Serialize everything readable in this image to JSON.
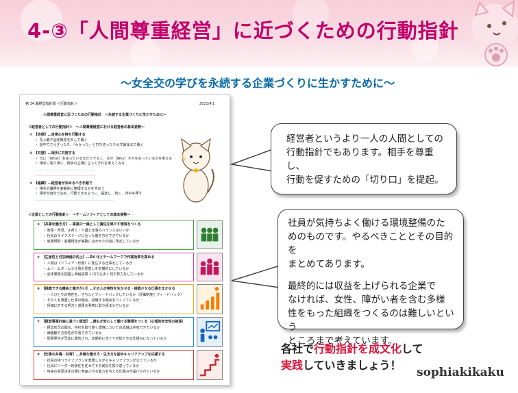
{
  "slide": {
    "title": "4-③「人間尊重経営」に近づくための行動指針",
    "subtitle": "～女全交の学びを永続する企業づくりに生かすために～",
    "brand": "sophiakikaku",
    "colors": {
      "title": "#c0006b",
      "subtitle": "#0a6aa8",
      "highlight": "#d8153b",
      "header_band": "#f7cfd9"
    }
  },
  "callout_1": {
    "text": "経営者というより一人の人間としての\n行動指針でもあります。相手を尊重し、\n行動を促すための「切り口」を提起。"
  },
  "callout_2": {
    "para1": "社員が気持ちよく働ける環境整備のた\nめのものです。やるべきこととその目的を\nまとめてあります。",
    "para2": "最終的には収益を上げられる企業で\nなければ、女性、障がい者を含む多様\n性をもった組織をつくるのは難しいという\nところまで考えています。"
  },
  "closing": {
    "line1_prefix": "各社で",
    "line1_highlight": "行動指針を成文化",
    "line1_suffix": "して",
    "line2_highlight": "実践",
    "line2_suffix": "していきましょう！"
  },
  "document": {
    "header_left": "第 34 期経営指針書 ＜行動指針＞",
    "header_right": "2021/4/1",
    "doc_title": "人間尊重経営に近づくための行動指針　～永続する企業づくりに生かすために～",
    "sec1_heading": "＜経営者としての行動指針＞　～人間尊重経営における経営者の基本姿勢～",
    "items": [
      {
        "label": "①　【自律】…自律心を持ち行動する",
        "lines": [
          "・ 先入観や固定概念を外して聴く",
          "・ 途中でさえぎったり、「わかった」と打ち切ったりせず最後まで聴く"
        ]
      },
      {
        "label": "②　【共感】…相手に共感する",
        "lines": [
          "・ 日に［What］を言っているかだけでなく、なぜ［Why］それを言っているかを考える",
          "・ 相手に寄り添い、相手の立場に立ってそれを考えてみる"
        ]
      },
      {
        "label": "③　【組織】…経営者が決めるべき手順で",
        "lines": [
          "・ 相手の課題を客観的に整理するのを手伝う",
          "・ 相手が自分で決め、行動できるように、提案し、続く、背中を押す"
        ]
      }
    ],
    "sec2_heading": "＜企業としての行動指針＞　～チームソフィアとしての基本姿勢～",
    "boxes": [
      {
        "label": "④　【共事化働き方】…事業の一員として責任を果たす環境をつくる",
        "lines": [
          "・ 食事・育児、子育て・介護と仕事のバランスはいいか",
          "・ 社員のライフステージに合った働き方ができているか",
          "・ 就業規則・各種規定が実務に合わせた内容に改定しているか"
        ],
        "color": "#43a047"
      },
      {
        "label": "⑤　【生産性と付加価値の向上】…DX 化とチームワークで作業効率を高める",
        "lines": [
          "・ 人間は《ソフィア・形態》に集注する仕事をしているか",
          "・ ムリ・ムダ・ムラ仕事の見直しを定期的にしているか",
          "・ 全体業務を把握し時給換算 1 円でも多く残す努力をしているか"
        ],
        "color": "#e040a0"
      },
      {
        "label": "⑥　【挑戦できる機会と働きがい】…その人の特性を生かせる・挑戦させる仕事をまかせる",
        "lines": [
          "・ 一人ひとりの特性を、きちんとフィードバックしているか（評価制度とフィードバック）",
          "・ その人を尊重し仕事の機会、挑戦する機会をつくっているか",
          "・ 評価に対する努力と成果の発表に取り組ませているか"
        ],
        "color": "#f5a623"
      },
      {
        "label": "⑦　【経営事業計画に基づく経営】…誰もが安心して働ける職場をつくる（心理的安全性の担保）",
        "lines": [
          "・ 経営状況の開示、自社を取り巻く環境についての認識は共有できているか",
          "・ 価値観や方向性が共有できているか",
          "・ 問題発生が早急に報告され、定期的に当てて対処できる仕組みになっているか"
        ],
        "color": "#1e88e5"
      },
      {
        "label": "⑧　【仕事の共鳴・共育】…多様な働き方・生き方を認めキャリアアップを応援する",
        "lines": [
          "・ 社員の持つライフプランを尊重しながらキャリアプランが立てているか",
          "・ 社員にリーダー的責任を任せてその成長を振り返っているか",
          "・ 将来の意思決定の場に参画させる能力を与える仕組みが設けられているか"
        ],
        "color": "#e53935"
      }
    ]
  }
}
